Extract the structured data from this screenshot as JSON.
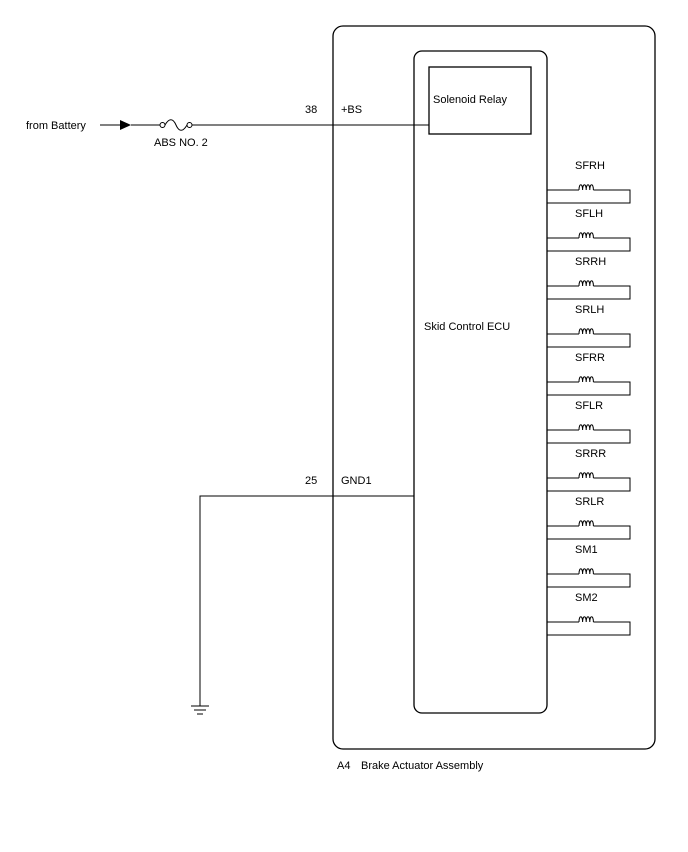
{
  "battery": {
    "label": "from Battery"
  },
  "fuse": {
    "label": "ABS NO. 2"
  },
  "pins": {
    "bs": {
      "number": "38",
      "name": "+BS"
    },
    "gnd": {
      "number": "25",
      "name": "GND1"
    }
  },
  "ecu": {
    "label": "Skid Control ECU"
  },
  "relay": {
    "label": "Solenoid Relay"
  },
  "solenoids": [
    {
      "label": "SFRH"
    },
    {
      "label": "SFLH"
    },
    {
      "label": "SRRH"
    },
    {
      "label": "SRLH"
    },
    {
      "label": "SFRR"
    },
    {
      "label": "SFLR"
    },
    {
      "label": "SRRR"
    },
    {
      "label": "SRLR"
    },
    {
      "label": "SM1"
    },
    {
      "label": "SM2"
    }
  ],
  "assembly": {
    "code": "A4",
    "name": "Brake Actuator Assembly"
  }
}
